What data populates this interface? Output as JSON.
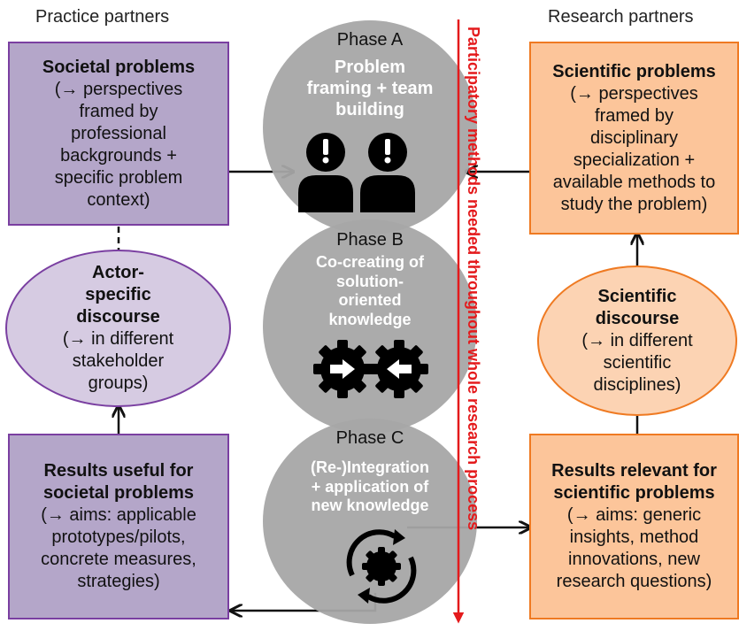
{
  "headers": {
    "left": "Practice partners",
    "right": "Research partners"
  },
  "left": {
    "top": {
      "title": "Societal problems",
      "lines": [
        "(→ perspectives",
        "framed by",
        "professional",
        "backgrounds +",
        "specific problem",
        "context)"
      ]
    },
    "middle": {
      "title1": "Actor-",
      "title2": "specific",
      "title3": "discourse",
      "lines": [
        "(→ in different",
        "stakeholder",
        "groups)"
      ]
    },
    "bottom": {
      "title1": "Results useful for",
      "title2": "societal problems",
      "lines": [
        "(→ aims: applicable",
        "prototypes/pilots,",
        "concrete measures,",
        "strategies)"
      ]
    }
  },
  "right": {
    "top": {
      "title": "Scientific problems",
      "lines": [
        "(→ perspectives",
        "framed by",
        "disciplinary",
        "specialization +",
        "available methods to",
        "study the problem)"
      ]
    },
    "middle": {
      "title1": "Scientific",
      "title2": "discourse",
      "lines": [
        "(→ in different",
        "scientific",
        "disciplines)"
      ]
    },
    "bottom": {
      "title1": "Results relevant for",
      "title2": "scientific problems",
      "lines": [
        "(→ aims: generic",
        "insights, method",
        "innovations, new",
        "research questions)"
      ]
    }
  },
  "phases": [
    {
      "label": "Phase A",
      "desc": [
        "Problem",
        "framing + team",
        "building"
      ],
      "icon": "people-exclamation-icon"
    },
    {
      "label": "Phase B",
      "desc": [
        "Co-creating of",
        "solution-",
        "oriented",
        "knowledge"
      ],
      "icon": "gears-arrows-icon"
    },
    {
      "label": "Phase C",
      "desc": [
        "(Re-)Integration",
        "+ application  of",
        "new knowledge"
      ],
      "icon": "gear-cycle-icon"
    }
  ],
  "vertical_text": "Participatory  methods needed throughout whole  research  process",
  "colors": {
    "practice_fill": "#b4a6c9",
    "practice_border": "#7a3fa1",
    "research_fill": "#fcc59a",
    "research_border": "#ef7a22",
    "circle": "#a6a6a6",
    "vertical_arrow": "#e41a1c"
  }
}
